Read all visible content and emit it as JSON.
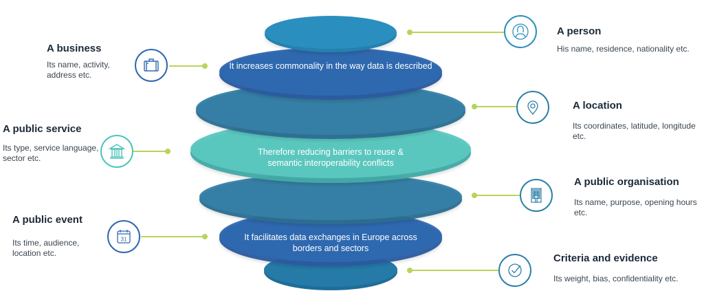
{
  "center_messages": {
    "top": "It increases commonality in the way data is described",
    "middle": "Therefore reducing barriers to reuse & semantic interoperability conflicts",
    "bottom": "It facilitates data exchanges in Europe across borders and sectors"
  },
  "colors": {
    "disc_top": "#2a8fbe",
    "disc_blue": "#2f68b0",
    "disc_steel": "#3780a6",
    "disc_teal": "#5cc8c0",
    "disc_bottom": "#257aa8",
    "connector": "#b8d45a",
    "icon_blue": "#2f68b0",
    "icon_teal": "#4dc4bc",
    "icon_steel": "#2d7fa8"
  },
  "entities": [
    {
      "title": "A business",
      "description": "Its name, activity, address etc.",
      "icon": "briefcase-icon"
    },
    {
      "title": "A public service",
      "description": "Its type, service language, sector etc.",
      "icon": "government-building-icon"
    },
    {
      "title": "A public event",
      "description": "Its time, audience, location etc.",
      "icon": "calendar-icon",
      "icon_text": "31"
    },
    {
      "title": "A person",
      "description": "His name, residence, nationality etc.",
      "icon": "person-icon"
    },
    {
      "title": "A location",
      "description": "Its coordinates, latitude, longitude etc.",
      "icon": "map-pin-icon"
    },
    {
      "title": "A public organisation",
      "description": "Its name, purpose, opening hours etc.",
      "icon": "office-building-icon"
    },
    {
      "title": "Criteria and evidence",
      "description": "Its weight, bias, confidentiality etc.",
      "icon": "checkmark-icon"
    }
  ]
}
